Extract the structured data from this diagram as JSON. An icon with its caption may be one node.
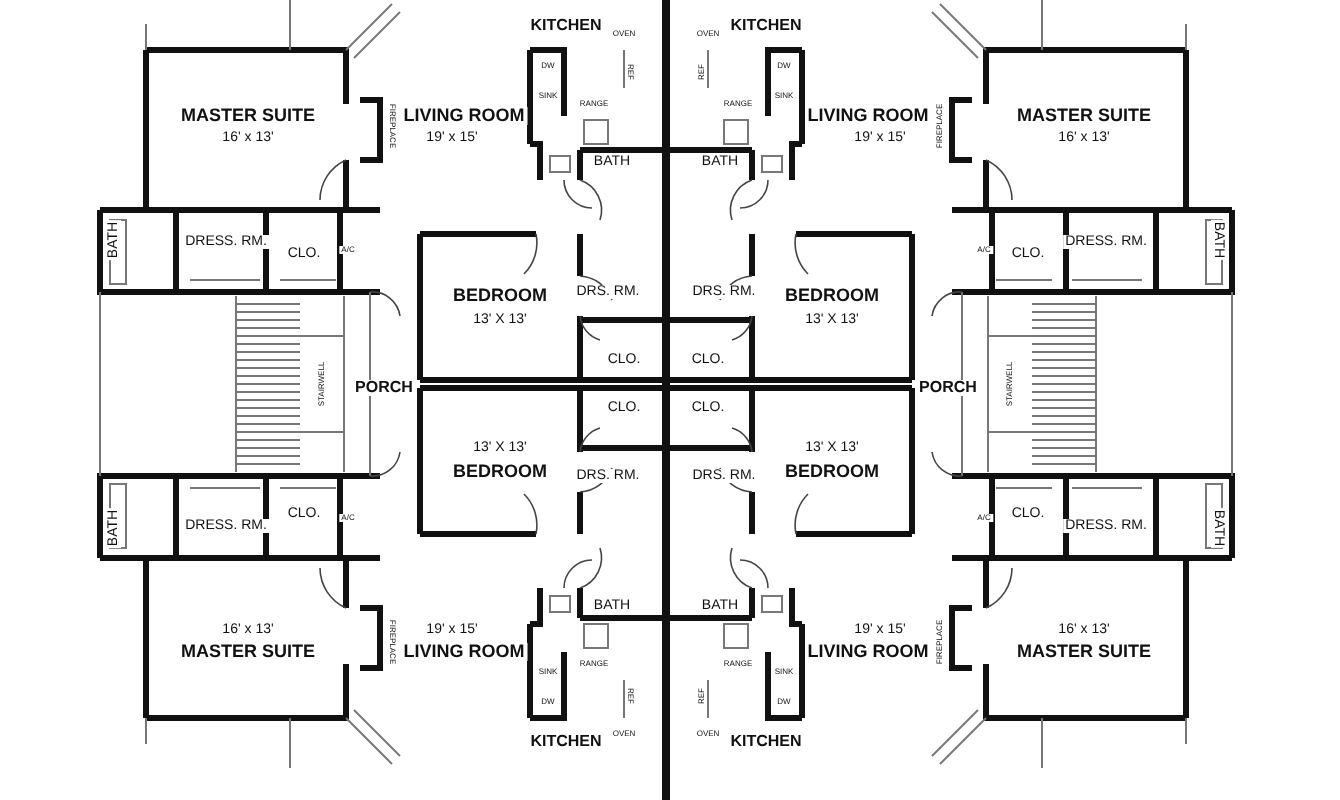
{
  "diagram": {
    "labels": [
      "KITCHEN",
      "OVEN",
      "DW",
      "REF",
      "SINK",
      "RANGE",
      "MASTER SUITE",
      "16' x 13'",
      "FIREPLACE",
      "LIVING ROOM",
      "19' x 15'",
      "BATH",
      "BATH",
      "DRESS. RM.",
      "CLO.",
      "A/C",
      "BEDROOM",
      "13' X 13'",
      "DRS. RM.",
      "CLO.",
      "KITCHEN",
      "OVEN",
      "DW",
      "REF",
      "SINK",
      "RANGE",
      "MASTER SUITE",
      "16' x 13'",
      "FIREPLACE",
      "LIVING ROOM",
      "19' x 15'",
      "BATH",
      "BATH",
      "DRESS. RM.",
      "CLO.",
      "A/C",
      "BEDROOM",
      "13' X 13'",
      "DRS. RM.",
      "CLO.",
      "STAIRWELL",
      "PORCH",
      "PORCH",
      "STAIRWELL",
      "BEDROOM",
      "13' X 13'",
      "DRS. RM.",
      "CLO.",
      "BATH",
      "DRESS. RM.",
      "CLO.",
      "A/C",
      "BATH",
      "MASTER SUITE",
      "16' x 13'",
      "FIREPLACE",
      "LIVING ROOM",
      "19' x 15'",
      "RANGE",
      "SINK",
      "REF",
      "DW",
      "OVEN",
      "KITCHEN",
      "BEDROOM",
      "13' X 13'",
      "DRS. RM.",
      "CLO.",
      "BATH",
      "DRESS. RM.",
      "CLO.",
      "A/C",
      "BATH",
      "MASTER SUITE",
      "16' x 13'",
      "FIREPLACE",
      "LIVING ROOM",
      "19' x 15'",
      "RANGE",
      "SINK",
      "REF",
      "DW",
      "OVEN",
      "KITCHEN"
    ]
  }
}
